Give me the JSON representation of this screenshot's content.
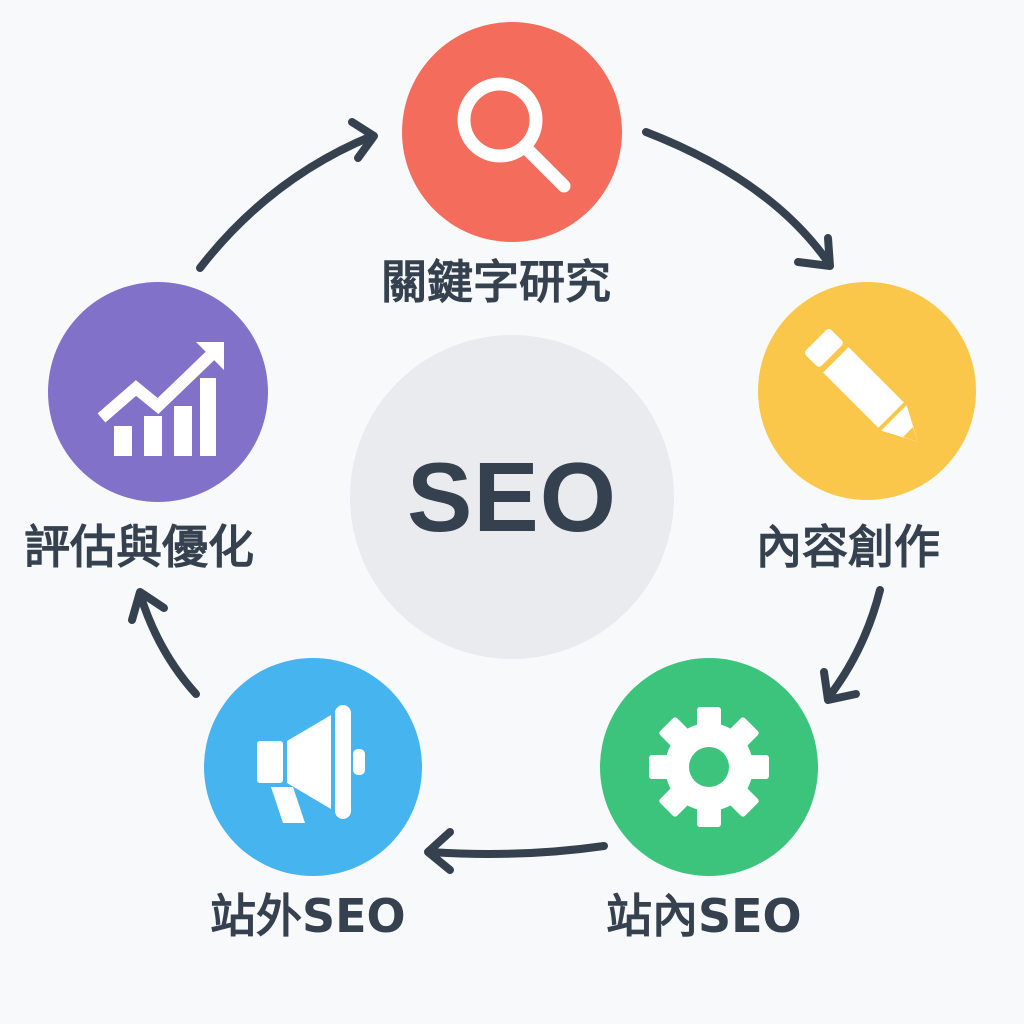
{
  "center": {
    "title": "SEO",
    "color": "#e9ebee"
  },
  "steps": [
    {
      "label": "關鍵字研究",
      "icon": "magnifier-icon",
      "color": "#f46d5c"
    },
    {
      "label": "內容創作",
      "icon": "pencil-icon",
      "color": "#fbc74b"
    },
    {
      "label": "站內SEO",
      "icon": "gear-icon",
      "color": "#3cc47c"
    },
    {
      "label": "站外SEO",
      "icon": "megaphone-icon",
      "color": "#46b4ee"
    },
    {
      "label": "評估與優化",
      "icon": "growth-chart-icon",
      "color": "#8271c9"
    }
  ],
  "arrow_color": "#36414f"
}
